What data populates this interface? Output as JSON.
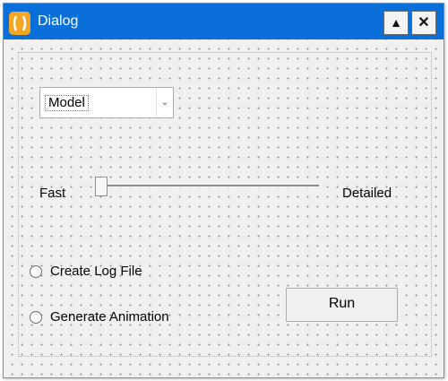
{
  "window": {
    "title": "Dialog",
    "maximize_glyph": "▲",
    "close_glyph": "✕"
  },
  "combo": {
    "selected": "Model",
    "arrow_glyph": "⌄"
  },
  "slider": {
    "min_label": "Fast",
    "max_label": "Detailed",
    "value_fraction": 0
  },
  "options": [
    {
      "label": "Create Log File",
      "checked": false
    },
    {
      "label": "Generate Animation",
      "checked": false
    }
  ],
  "run_button": {
    "label": "Run"
  },
  "colors": {
    "titlebar": "#0a6fd8",
    "app_icon": "#f5a623",
    "dialog_bg": "#f0f0f0"
  }
}
